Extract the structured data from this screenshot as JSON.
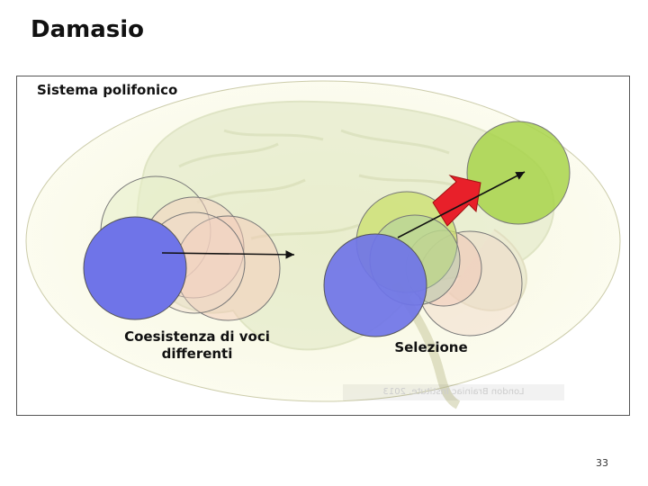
{
  "slide": {
    "title": "Damasio",
    "page_number": "33"
  },
  "panel": {
    "subtitle": "Sistema polifonico",
    "left_label": "Coesistenza di voci differenti",
    "right_label": "Selezione",
    "image_credit": "London Brainiac Institute, 2013"
  },
  "colors": {
    "blue_circle": "#6f74e8",
    "green_circle": "#a8d34a",
    "pink_circle": "#f2c8b8",
    "red_arrow": "#e8202a",
    "ellipse_bg": "#fbfbe9"
  },
  "icons": [
    "brain-image",
    "selection-arrow-icon"
  ]
}
